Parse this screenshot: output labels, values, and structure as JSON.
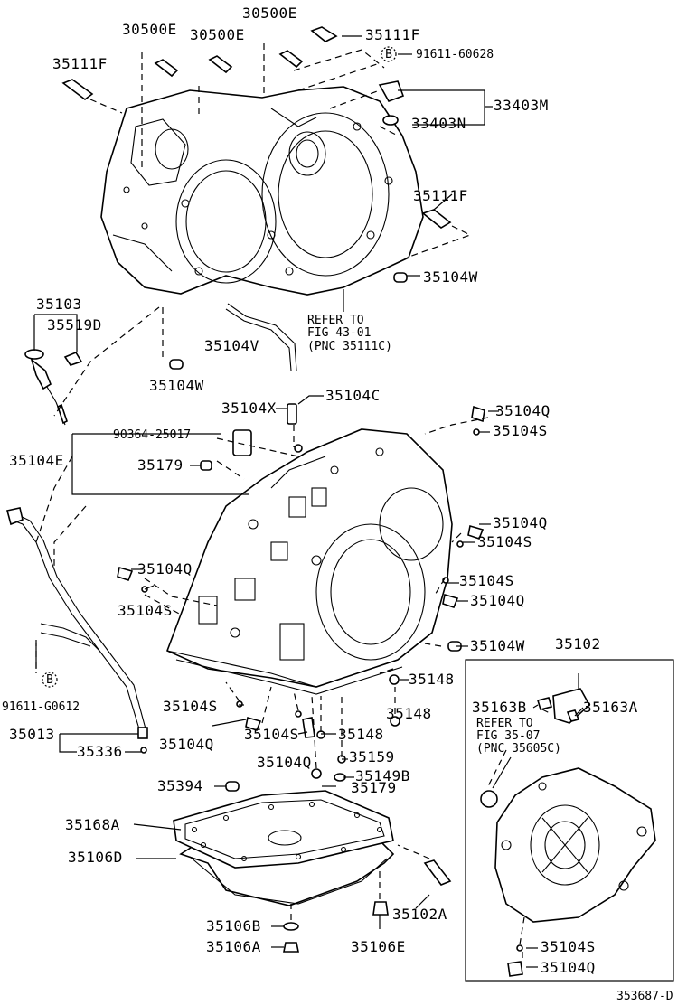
{
  "diagram_id": "353687-D",
  "labels": {
    "p30500E_a": "30500E",
    "p30500E_b": "30500E",
    "p30500E_c": "30500E",
    "p35111F_a": "35111F",
    "p35111F_b": "35111F",
    "p35111F_c": "35111F",
    "b91611_60628": "91611-60628",
    "p33403M": "33403M",
    "p33403N": "33403N",
    "p35104W_a": "35104W",
    "p35104W_b": "35104W",
    "p35104W_c": "35104W",
    "p35103": "35103",
    "p35519D": "35519D",
    "p35104V": "35104V",
    "refer1_line1": "REFER TO",
    "refer1_line2": "FIG 43-01",
    "refer1_line3": "(PNC 35111C)",
    "p35104X": "35104X",
    "p35104C": "35104C",
    "p90364": "90364-25017",
    "p35104E": "35104E",
    "p35179_a": "35179",
    "p35179_b": "35179",
    "p35104Q_a": "35104Q",
    "p35104Q_b": "35104Q",
    "p35104Q_c": "35104Q",
    "p35104Q_d": "35104Q",
    "p35104Q_e": "35104Q",
    "p35104Q_f": "35104Q",
    "p35104Q_g": "35104Q",
    "p35104S_a": "35104S",
    "p35104S_b": "35104S",
    "p35104S_c": "35104S",
    "p35104S_d": "35104S",
    "p35104S_e": "35104S",
    "p35104S_f": "35104S",
    "p35104S_g": "35104S",
    "b91611_G0612": "91611-G0612",
    "p35013": "35013",
    "p35336": "35336",
    "p35148_a": "35148",
    "p35148_b": "35148",
    "p35148_c": "35148",
    "p35159": "35159",
    "p35149B": "35149B",
    "p35394": "35394",
    "p35168A": "35168A",
    "p35106D": "35106D",
    "p35106B": "35106B",
    "p35106A": "35106A",
    "p35106E": "35106E",
    "p35102A": "35102A",
    "p35102": "35102",
    "p35163B": "35163B",
    "p35163A": "35163A",
    "refer2_line1": "REFER TO",
    "refer2_line2": "FIG 35-07",
    "refer2_line3": "(PNC 35605C)",
    "marker_b": "B"
  }
}
